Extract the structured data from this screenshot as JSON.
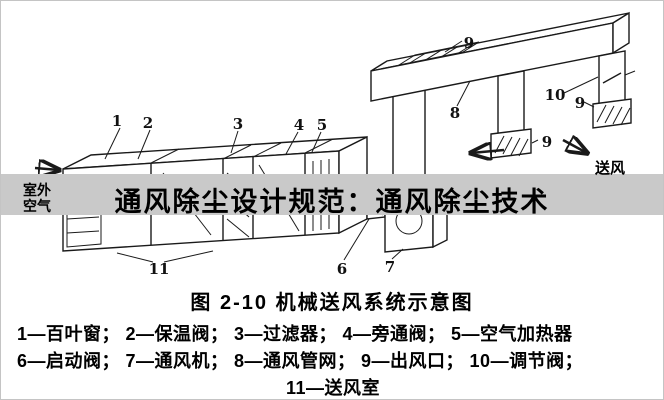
{
  "watermark": {
    "title": "通风除尘设计规范：通风除尘技术"
  },
  "figure": {
    "caption": "图 2-10  机械送风系统示意图",
    "legend_line1": "1—百叶窗； 2—保温阀； 3—过滤器； 4—旁通阀； 5—空气加热器",
    "legend_line2": "6—启动阀； 7—通风机； 8—通风管网； 9—出风口； 10—调节阀；",
    "legend_line3": "11—送风室"
  },
  "diagram": {
    "outdoor_air_top": "室外",
    "outdoor_air_bottom": "空气",
    "supply_air": "送风",
    "callouts": {
      "c1": "1",
      "c2": "2",
      "c3": "3",
      "c4": "4",
      "c5": "5",
      "c6": "6",
      "c7": "7",
      "c8": "8",
      "c9_top": "9",
      "c9_mid": "9",
      "c9_right": "9",
      "c10": "10",
      "c11": "11"
    }
  },
  "colors": {
    "watermark_band": "#c9c9c9",
    "ink": "#1a1a1a",
    "background": "#ffffff"
  }
}
